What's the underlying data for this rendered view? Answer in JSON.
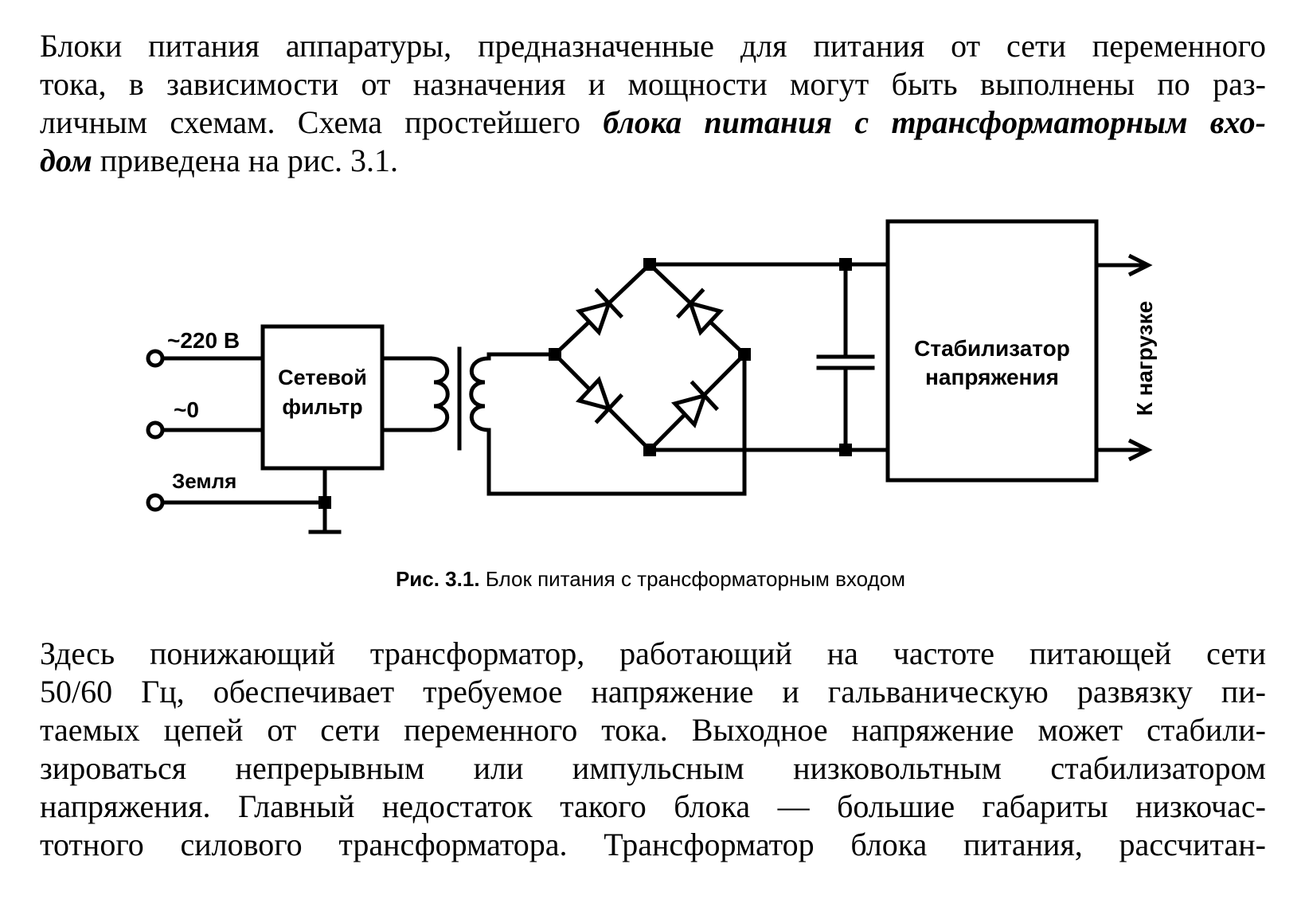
{
  "paragraph1": {
    "line1": "Блоки питания аппаратуры, предназначенные для питания от сети переменного",
    "line2": "тока, в зависимости от назначения и мощности могут быть выполнены по раз-",
    "line3_normal": "личным схемам. Схема простейшего ",
    "line3_emph": "блока питания с трансформаторным вхо-",
    "line4_emph": "дом",
    "line4_normal": " приведена на рис. 3.1."
  },
  "figure": {
    "labels": {
      "input_220": "~220 В",
      "input_0": "~0",
      "ground": "Земля",
      "filter_line1": "Сетевой",
      "filter_line2": "фильтр",
      "stab_line1": "Стабилизатор",
      "stab_line2": "напряжения",
      "output": "К нагрузке"
    },
    "caption_number": "Рис. 3.1.",
    "caption_text": " Блок питания с трансформаторным входом"
  },
  "paragraph2": {
    "lines": [
      "Здесь понижающий трансформатор, работающий на частоте питающей сети",
      "50/60 Гц, обеспечивает требуемое напряжение и гальваническую развязку пи-",
      "таемых цепей от сети переменного тока. Выходное напряжение может стабили-",
      "зироваться непрерывным или импульсным низковольтным стабилизатором",
      "напряжения. Главный недостаток такого блока — большие габариты низкочас-",
      "тотного силового трансформатора. Трансформатор блока питания, рассчитан-"
    ]
  }
}
